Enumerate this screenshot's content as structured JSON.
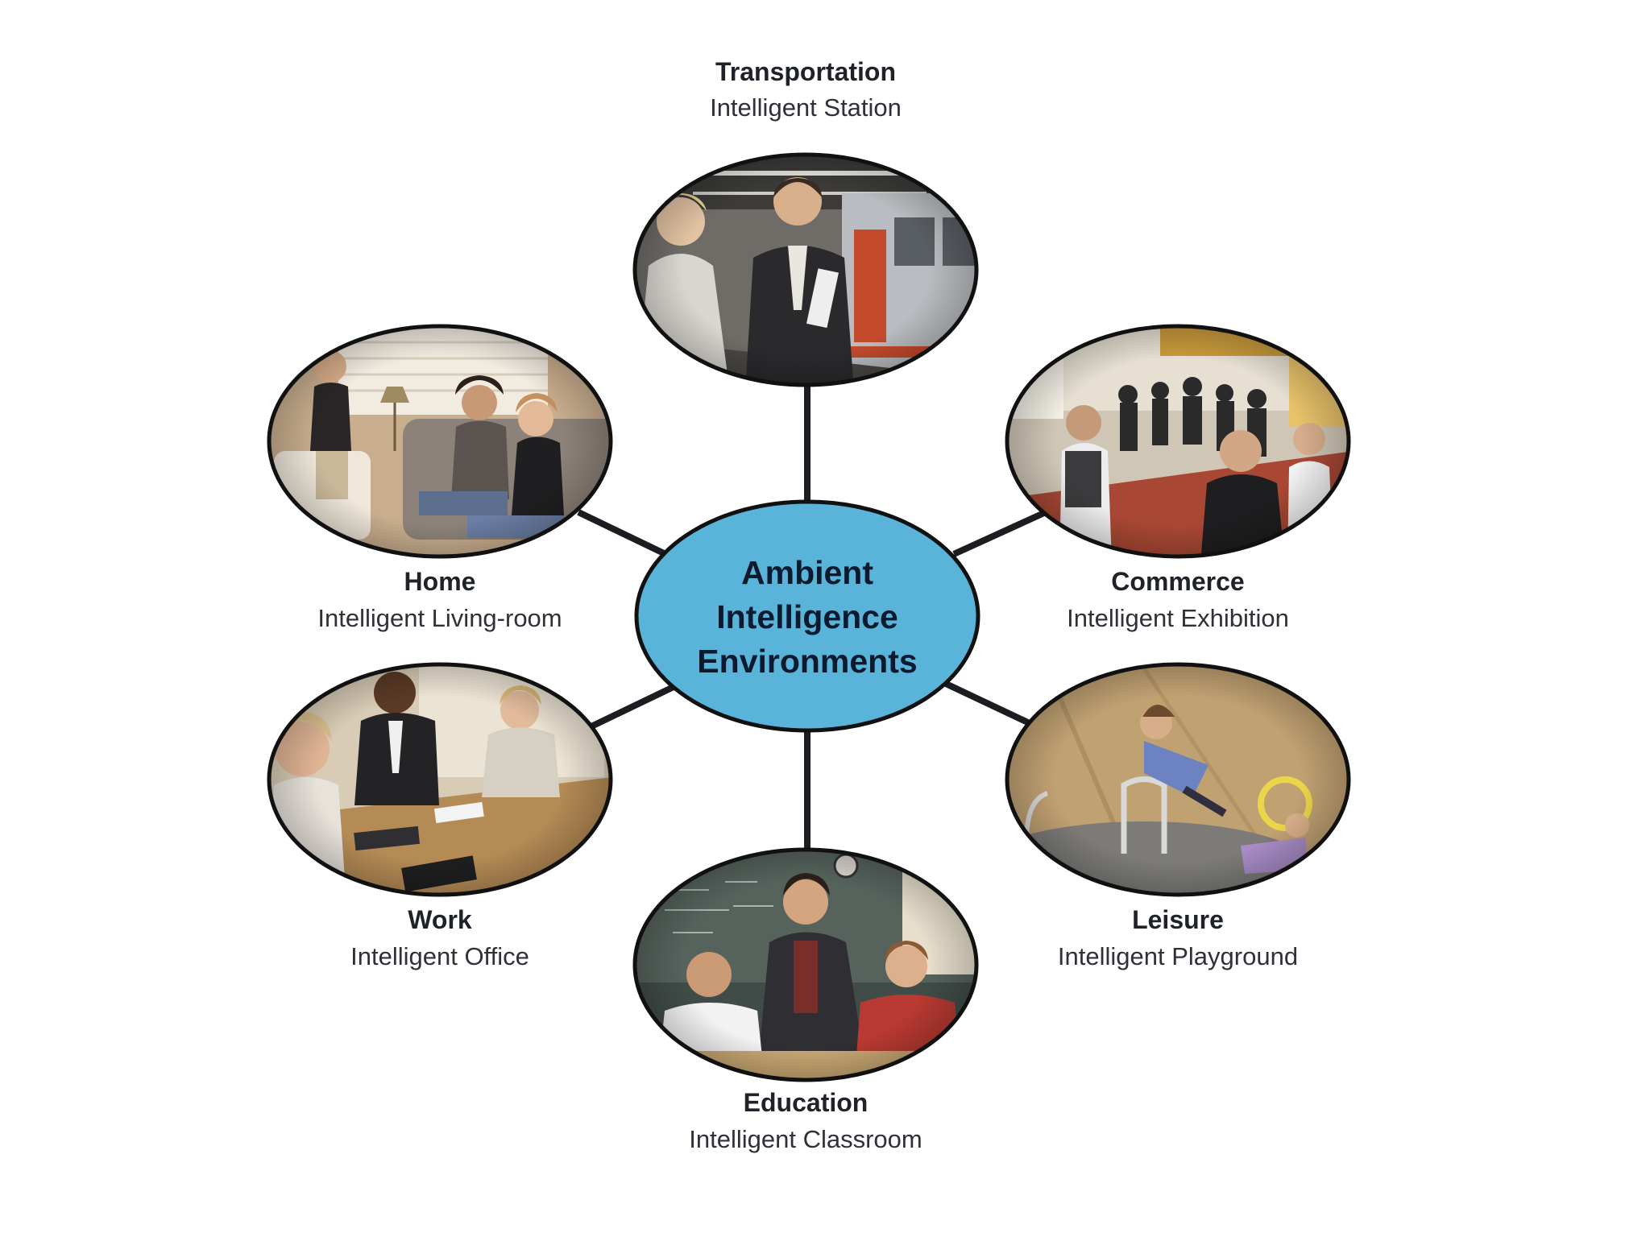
{
  "center": {
    "lines": [
      "Ambient",
      "Intelligence",
      "Environments"
    ],
    "fill_color": "#5ab4d9",
    "stroke_color": "#111111"
  },
  "nodes": [
    {
      "id": "transportation",
      "title": "Transportation",
      "subtitle": "Intelligent Station",
      "photo": {
        "bg": "#6d6a66",
        "accent": "#c44a2c",
        "scene": "train-platform"
      }
    },
    {
      "id": "commerce",
      "title": "Commerce",
      "subtitle": "Intelligent Exhibition",
      "photo": {
        "bg": "#8f7a60",
        "accent": "#b0442f",
        "scene": "crowd-exhibition"
      }
    },
    {
      "id": "leisure",
      "title": "Leisure",
      "subtitle": "Intelligent Playground",
      "photo": {
        "bg": "#b59665",
        "accent": "#5b6fb0",
        "scene": "playground"
      }
    },
    {
      "id": "education",
      "title": "Education",
      "subtitle": "Intelligent Classroom",
      "photo": {
        "bg": "#4f5a55",
        "accent": "#b93a32",
        "scene": "classroom"
      }
    },
    {
      "id": "work",
      "title": "Work",
      "subtitle": "Intelligent Office",
      "photo": {
        "bg": "#a98a65",
        "accent": "#2b2b2f",
        "scene": "office-meeting"
      }
    },
    {
      "id": "home",
      "title": "Home",
      "subtitle": "Intelligent Living-room",
      "photo": {
        "bg": "#b99b7c",
        "accent": "#5a5a5e",
        "scene": "living-room"
      }
    }
  ],
  "spoke_color": "#1b1d21"
}
